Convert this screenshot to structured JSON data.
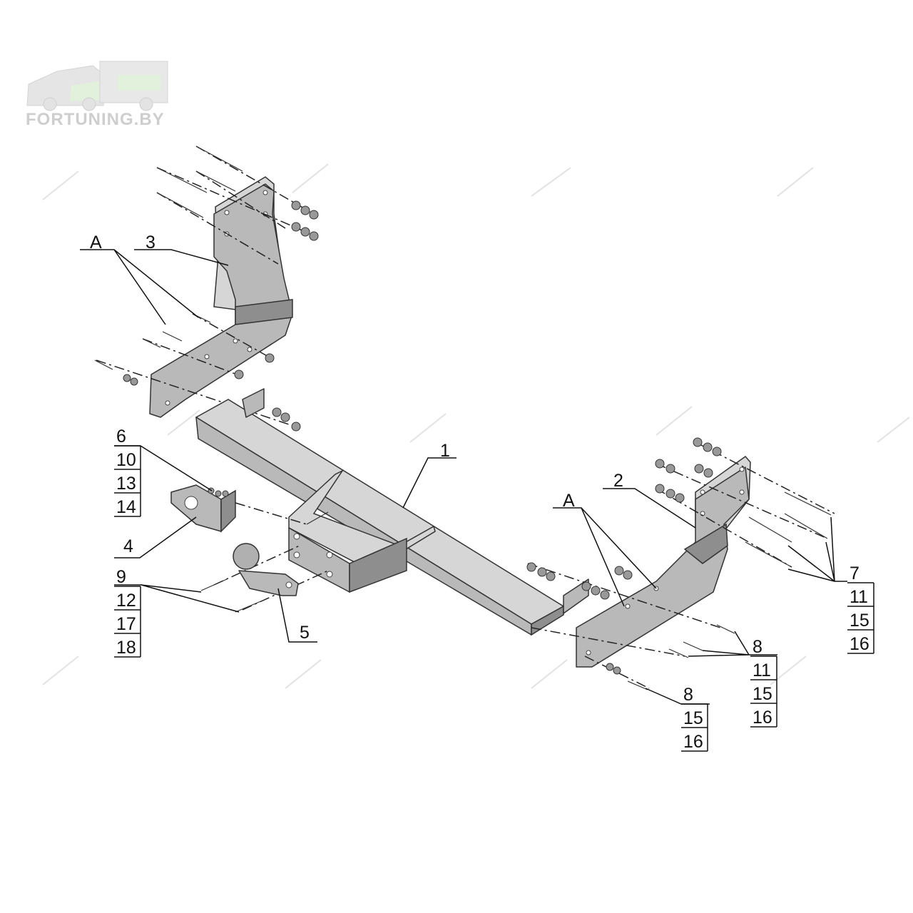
{
  "watermark": {
    "brand": "FORTUNING.BY"
  },
  "labels": {
    "A_left": "A",
    "part_3": "3",
    "part_1": "1",
    "part_2": "2",
    "A_right": "A",
    "part_4": "4",
    "part_5": "5",
    "group_6": [
      "6",
      "10",
      "13",
      "14"
    ],
    "group_9": [
      "9",
      "12",
      "17",
      "18"
    ],
    "group_7": [
      "7",
      "11",
      "15",
      "16"
    ],
    "group_8a": [
      "8",
      "11",
      "15",
      "16"
    ],
    "group_8b": [
      "8",
      "15",
      "16"
    ]
  }
}
